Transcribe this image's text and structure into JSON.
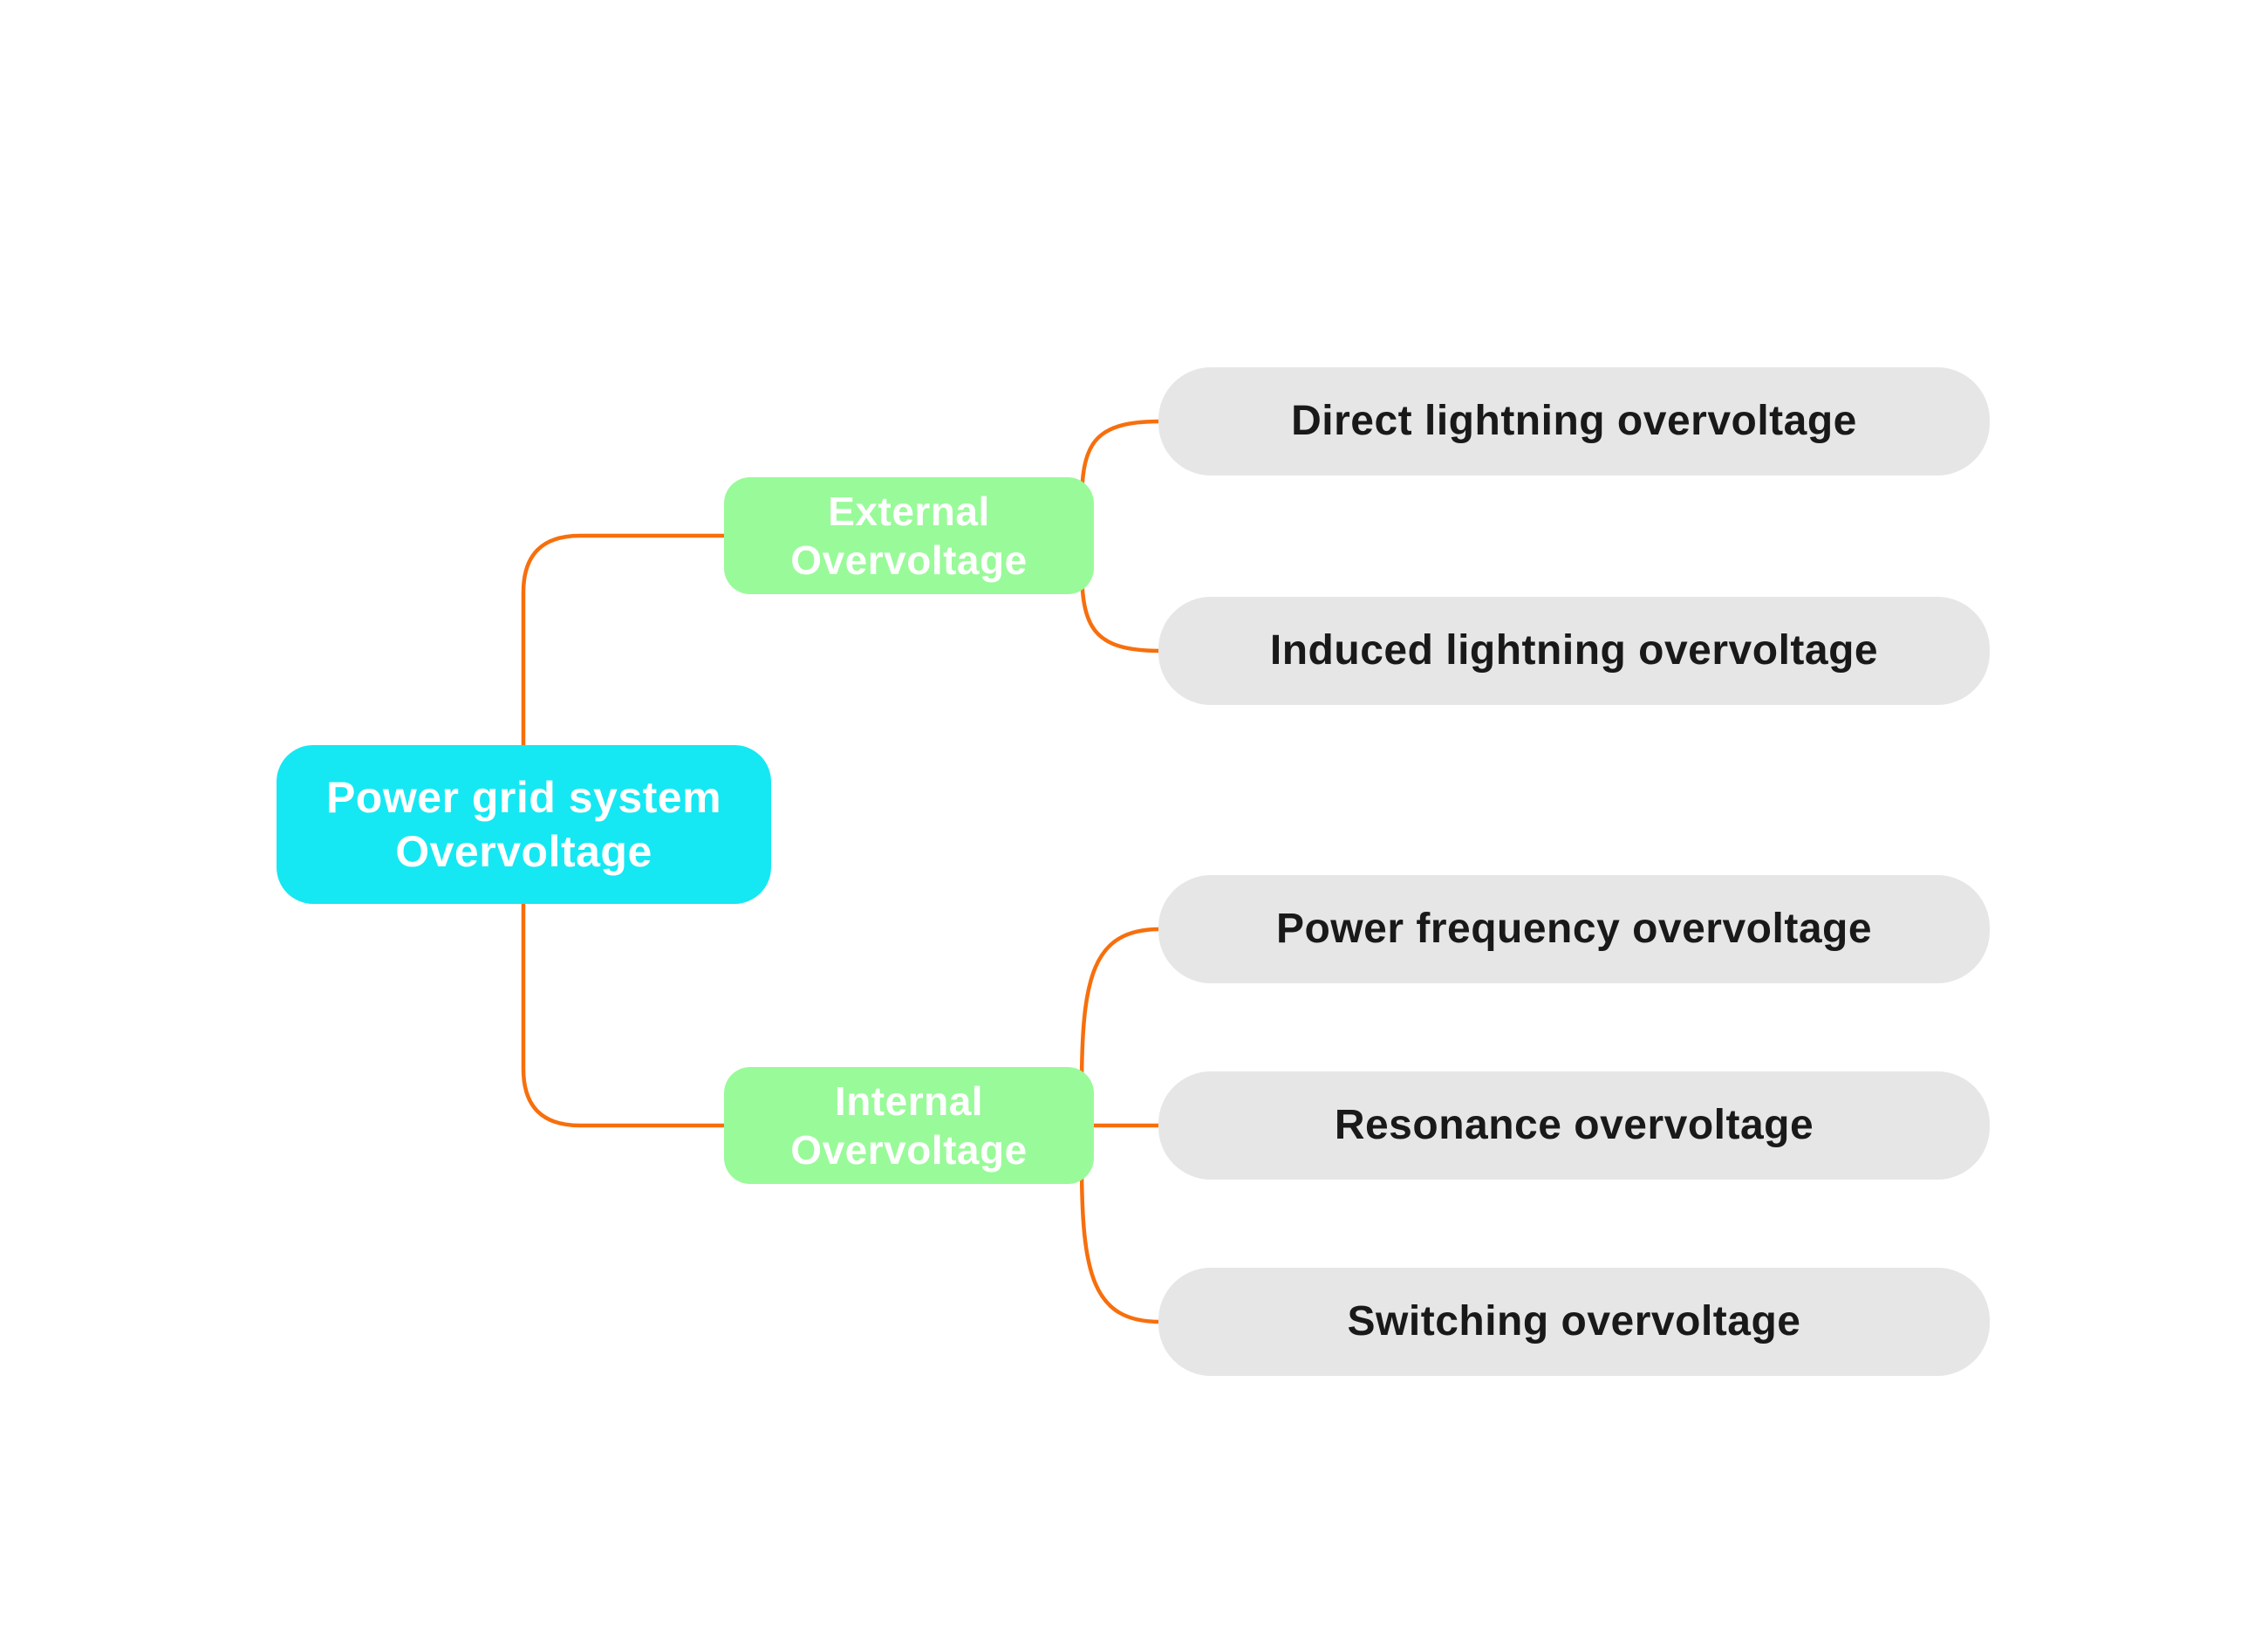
{
  "mindmap": {
    "root": {
      "line1": "Power grid system",
      "line2": "Overvoltage"
    },
    "branches": [
      {
        "line1": "External",
        "line2": "Overvoltage",
        "children": [
          "Direct lightning overvoltage",
          "Induced lightning overvoltage"
        ]
      },
      {
        "line1": "Internal",
        "line2": "Overvoltage",
        "children": [
          "Power frequency overvoltage",
          "Resonance overvoltage",
          "Switching overvoltage"
        ]
      }
    ],
    "colors": {
      "root_fill": "#15e8f2",
      "branch_fill": "#99fa99",
      "leaf_fill": "#e6e6e6",
      "edge": "#f76f0d",
      "root_text": "#ffffff",
      "branch_text": "#ffffff",
      "leaf_text": "#191919",
      "background": "#ffffff"
    }
  }
}
